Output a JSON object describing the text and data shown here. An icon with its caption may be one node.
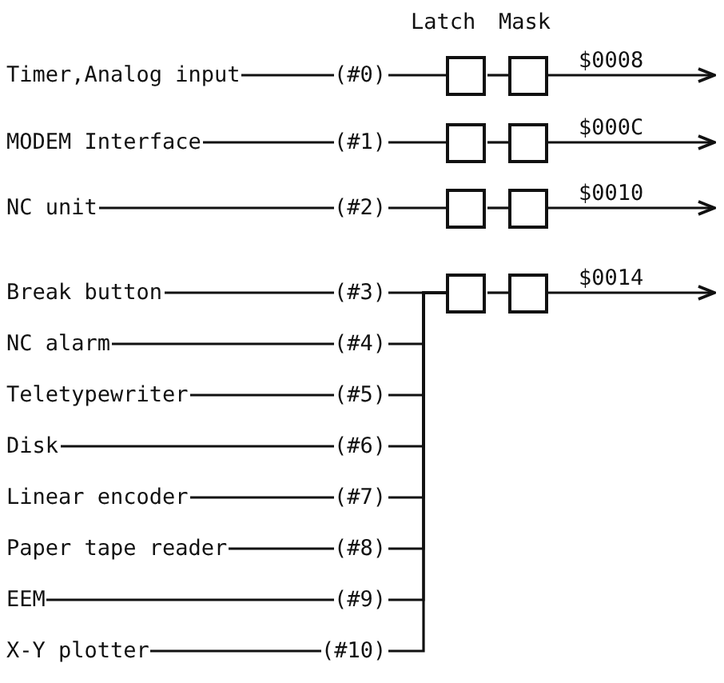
{
  "diagram": {
    "nodes": [
      {
        "text": [
          "Timer,Analog input"
        ]
      },
      {
        "text": [
          "(#0)"
        ]
      },
      {
        "text": [],
        "shape": "box"
      },
      {
        "text": [],
        "shape": "box"
      },
      {
        "text": [
          "MODEM Interface"
        ]
      },
      {
        "text": [
          "(#1)"
        ]
      },
      {
        "text": [],
        "shape": "box"
      },
      {
        "text": [],
        "shape": "box"
      },
      {
        "text": [
          "NC unit"
        ]
      },
      {
        "text": [
          "(#2)"
        ]
      },
      {
        "text": [],
        "shape": "box"
      },
      {
        "text": [],
        "shape": "box"
      },
      {
        "text": [
          "Break button"
        ]
      },
      {
        "text": [
          "(#3)"
        ]
      },
      {
        "text": [],
        "shape": "box"
      },
      {
        "text": [],
        "shape": "box"
      },
      {
        "text": [
          "NC alarm"
        ]
      },
      {
        "text": [
          "(#4)"
        ]
      },
      {
        "text": [
          "Teletypewriter"
        ]
      },
      {
        "text": [
          "(#5)"
        ]
      },
      {
        "text": [
          "Disk"
        ]
      },
      {
        "text": [
          "(#6)"
        ]
      },
      {
        "text": [
          "Linear encoder"
        ]
      },
      {
        "text": [
          "(#7)"
        ]
      },
      {
        "text": [
          "Paper tape reader"
        ]
      },
      {
        "text": [
          "(#8)"
        ]
      },
      {
        "text": [
          "EEM"
        ]
      },
      {
        "text": [
          "(#9)"
        ]
      },
      {
        "text": [
          "X-Y plotter"
        ]
      },
      {
        "text": [
          "(#10)"
        ]
      }
    ],
    "edges": [
      {
        "from": 0,
        "to": 1,
        "arrow": "none"
      },
      {
        "from": 1,
        "to": 2,
        "arrow": "none"
      },
      {
        "from": 2,
        "to": 3,
        "arrow": "none"
      },
      {
        "from": 3,
        "to": null,
        "arrow": "to",
        "label": "$0008"
      },
      {
        "from": 4,
        "to": 5,
        "arrow": "none"
      },
      {
        "from": 5,
        "to": 6,
        "arrow": "none"
      },
      {
        "from": 6,
        "to": 7,
        "arrow": "none"
      },
      {
        "from": 7,
        "to": null,
        "arrow": "to",
        "label": "$000C"
      },
      {
        "from": 8,
        "to": 9,
        "arrow": "none"
      },
      {
        "from": 9,
        "to": 10,
        "arrow": "none"
      },
      {
        "from": 10,
        "to": 11,
        "arrow": "none"
      },
      {
        "from": 11,
        "to": null,
        "arrow": "to",
        "label": "$0010"
      },
      {
        "from": 12,
        "to": 13,
        "arrow": "none"
      },
      {
        "from": 13,
        "to": 14,
        "arrow": "none"
      },
      {
        "from": 14,
        "to": 15,
        "arrow": "none"
      },
      {
        "from": 15,
        "to": null,
        "arrow": "to",
        "label": "$0014"
      },
      {
        "from": 16,
        "to": 17,
        "arrow": "none"
      },
      {
        "from": 17,
        "to": 14,
        "arrow": "none"
      },
      {
        "from": 18,
        "to": 19,
        "arrow": "none"
      },
      {
        "from": 19,
        "to": 14,
        "arrow": "none"
      },
      {
        "from": 20,
        "to": 21,
        "arrow": "none"
      },
      {
        "from": 21,
        "to": 14,
        "arrow": "none"
      },
      {
        "from": 22,
        "to": 23,
        "arrow": "none"
      },
      {
        "from": 23,
        "to": 14,
        "arrow": "none"
      },
      {
        "from": 24,
        "to": 25,
        "arrow": "none"
      },
      {
        "from": 25,
        "to": 14,
        "arrow": "none"
      },
      {
        "from": 26,
        "to": 27,
        "arrow": "none"
      },
      {
        "from": 27,
        "to": 14,
        "arrow": "none"
      },
      {
        "from": 28,
        "to": 29,
        "arrow": "none"
      },
      {
        "from": 29,
        "to": 14,
        "arrow": "none"
      }
    ],
    "labels": [
      "Latch",
      "Mask"
    ]
  }
}
